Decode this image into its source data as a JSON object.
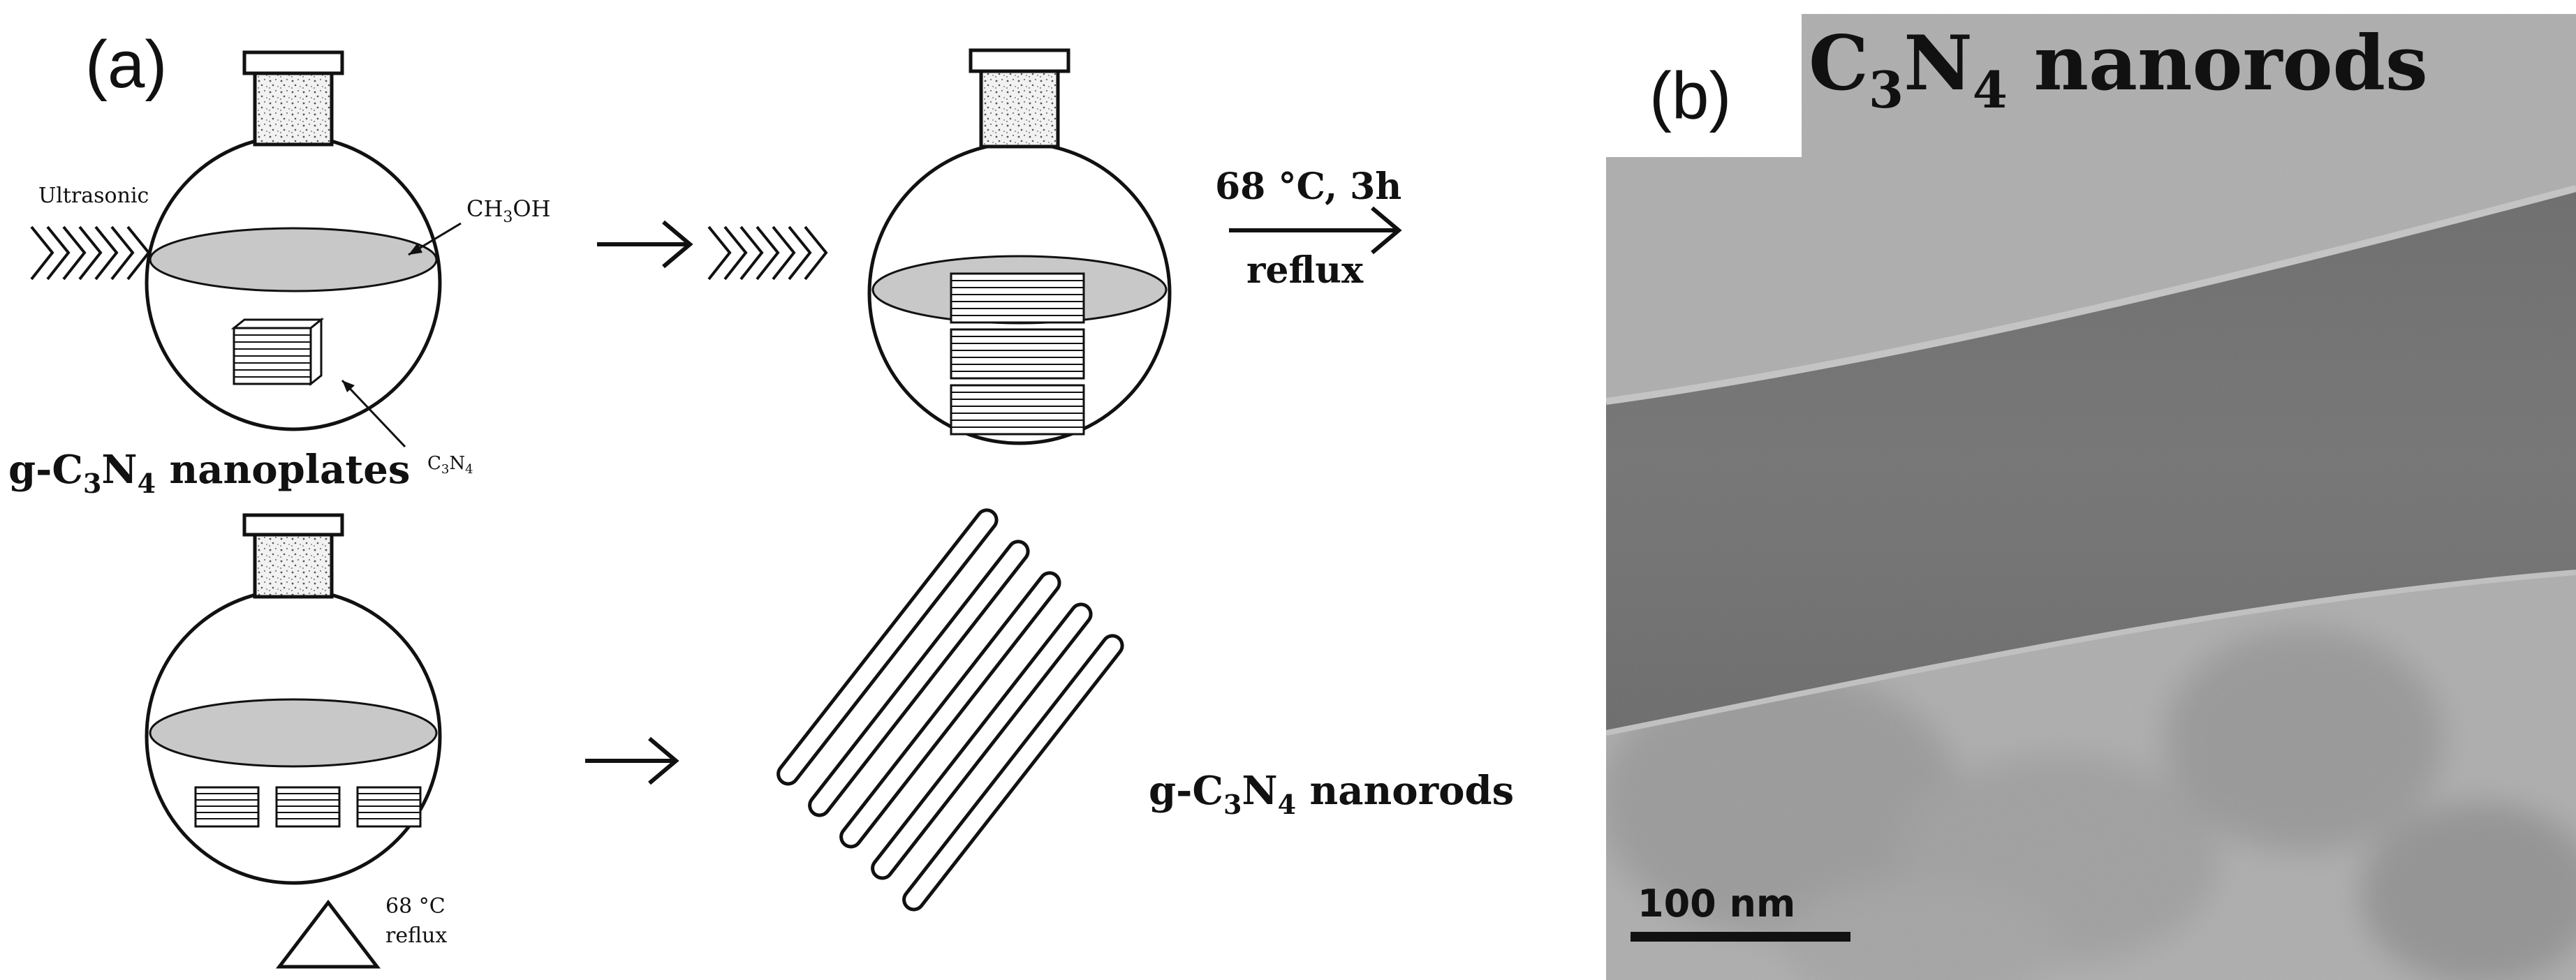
{
  "panel_a": {
    "label": "(a)",
    "ultrasonic_label": "Ultrasonic",
    "solvent_label": "CH",
    "solvent_sub1": "3",
    "solvent_label2": "OH",
    "c3n4_label": "C",
    "c3n4_sub1": "3",
    "c3n4_label2": "N",
    "c3n4_sub2": "4",
    "nanoplates_caption": {
      "p1": "g-C",
      "s1": "3",
      "p2": "N",
      "s2": "4",
      "p3": " nanoplates"
    },
    "condition_top": "68 °C, 3h",
    "condition_bottom": "reflux",
    "heat_label1": "68 °C",
    "heat_label2": "reflux",
    "nanorods_caption": {
      "p1": "g-C",
      "s1": "3",
      "p2": "N",
      "s2": "4",
      "p3": " nanorods"
    }
  },
  "panel_b": {
    "label": "(b)",
    "title": {
      "p1": "C",
      "s1": "3",
      "p2": "N",
      "s2": "4",
      "p3": " nanorods"
    },
    "scale_bar_label": "100 nm"
  },
  "colors": {
    "ink": "#111111",
    "liquid": "#c8c8c8",
    "stopper": "#eeeeee",
    "tem_background": "#b4b4b4",
    "tem_rod": "#3a3a3a"
  }
}
